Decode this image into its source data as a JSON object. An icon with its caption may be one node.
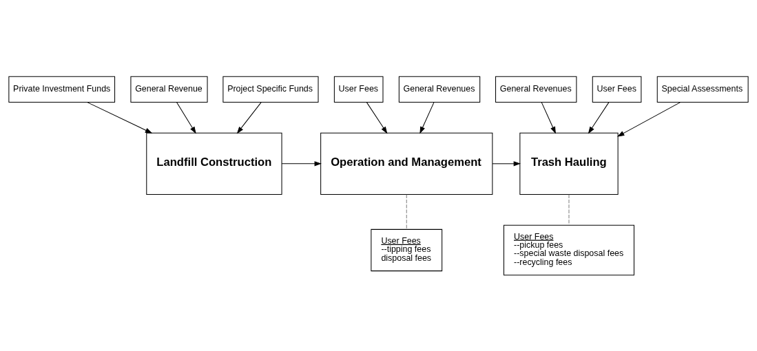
{
  "diagram": {
    "nodes": [
      {
        "text": [
          "Private Investment Funds"
        ]
      },
      {
        "text": [
          "General Revenue"
        ]
      },
      {
        "text": [
          "Project Specific Funds"
        ]
      },
      {
        "text": [
          "User Fees"
        ]
      },
      {
        "text": [
          "General Revenues"
        ]
      },
      {
        "text": [
          "General Revenues"
        ]
      },
      {
        "text": [
          "User Fees"
        ]
      },
      {
        "text": [
          "Special Assessments"
        ]
      },
      {
        "text": [
          "Landfill Construction"
        ]
      },
      {
        "text": [
          "Operation and Management"
        ]
      },
      {
        "text": [
          "Trash Hauling"
        ]
      },
      {
        "text": [
          "User Fees",
          "--tipping fees",
          "disposal fees"
        ]
      },
      {
        "text": [
          "User Fees",
          "--pickup fees",
          "--special waste disposal fees",
          "--recycling fees"
        ]
      }
    ],
    "edges": [
      {
        "from": 0,
        "to": 8,
        "arrow": "to"
      },
      {
        "from": 1,
        "to": 8,
        "arrow": "to"
      },
      {
        "from": 2,
        "to": 8,
        "arrow": "to"
      },
      {
        "from": 3,
        "to": 9,
        "arrow": "to"
      },
      {
        "from": 4,
        "to": 9,
        "arrow": "to"
      },
      {
        "from": 5,
        "to": 10,
        "arrow": "to"
      },
      {
        "from": 6,
        "to": 10,
        "arrow": "to"
      },
      {
        "from": 7,
        "to": 10,
        "arrow": "to"
      },
      {
        "from": 8,
        "to": 9,
        "arrow": "to"
      },
      {
        "from": 9,
        "to": 10,
        "arrow": "to"
      },
      {
        "from": 9,
        "to": 11,
        "arrow": "none",
        "style": "dashed",
        "color": "#808080"
      },
      {
        "from": 10,
        "to": 12,
        "arrow": "none",
        "style": "dashed",
        "color": "#808080"
      }
    ]
  }
}
